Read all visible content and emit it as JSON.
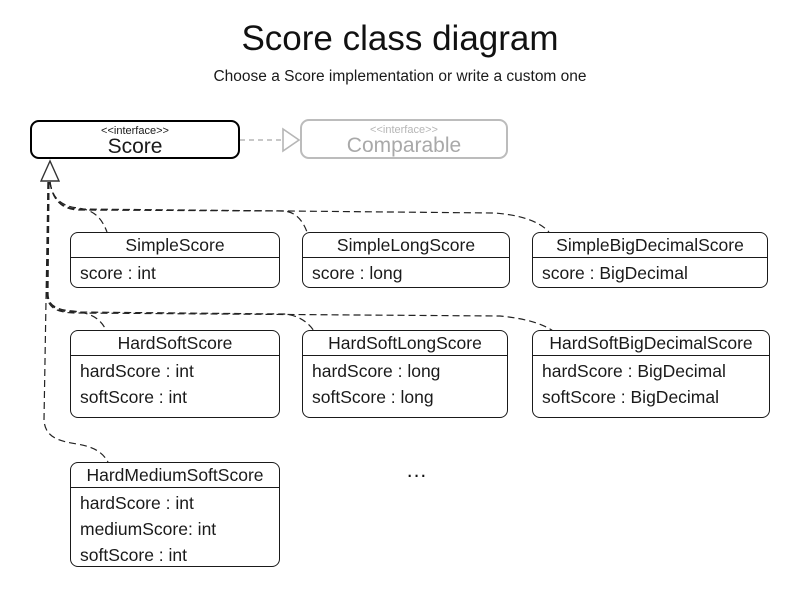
{
  "title": "Score class diagram",
  "subtitle": "Choose a Score implementation or write a custom one",
  "interfaces": {
    "score": {
      "stereotype": "<<interface>>",
      "name": "Score"
    },
    "comparable": {
      "stereotype": "<<interface>>",
      "name": "Comparable"
    }
  },
  "classes": {
    "simple_score": {
      "name": "SimpleScore",
      "attributes": [
        "score : int"
      ]
    },
    "simple_long_score": {
      "name": "SimpleLongScore",
      "attributes": [
        "score : long"
      ]
    },
    "simple_big_decimal_score": {
      "name": "SimpleBigDecimalScore",
      "attributes": [
        "score : BigDecimal"
      ]
    },
    "hard_soft_score": {
      "name": "HardSoftScore",
      "attributes": [
        "hardScore : int",
        "softScore : int"
      ]
    },
    "hard_soft_long_score": {
      "name": "HardSoftLongScore",
      "attributes": [
        "hardScore : long",
        "softScore : long"
      ]
    },
    "hard_soft_big_decimal_score": {
      "name": "HardSoftBigDecimalScore",
      "attributes": [
        "hardScore : BigDecimal",
        "softScore : BigDecimal"
      ]
    },
    "hard_medium_soft_score": {
      "name": "HardMediumSoftScore",
      "attributes": [
        "hardScore : int",
        "mediumScore: int",
        "softScore : int"
      ]
    }
  },
  "ellipsis": "...",
  "colors": {
    "line": "#222222",
    "muted_border": "#b9b9b9",
    "muted_text": "#a9a9a9",
    "background": "#ffffff"
  }
}
